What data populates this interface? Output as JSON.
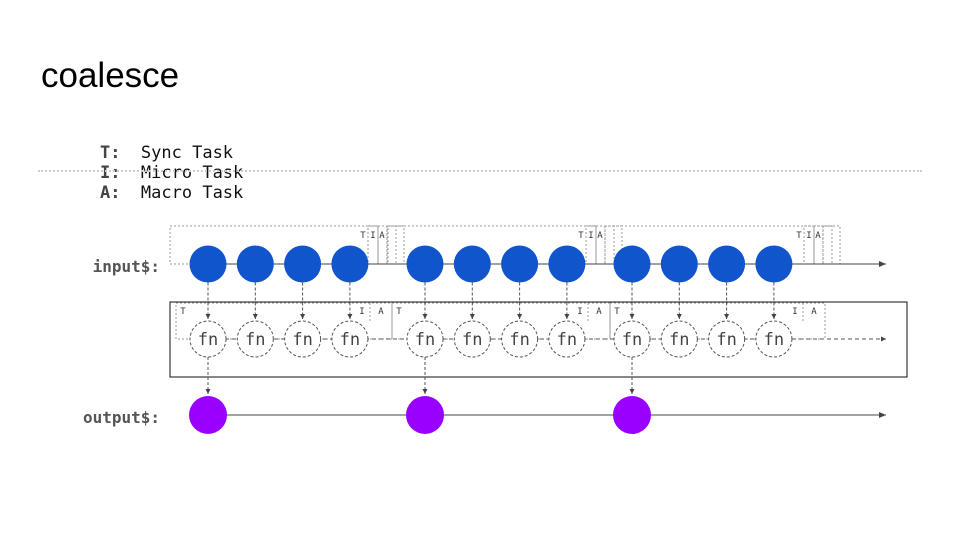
{
  "title": "coalesce",
  "legend": [
    {
      "key": "T:",
      "label": "Sync Task"
    },
    {
      "key": "I:",
      "label": "Micro Task"
    },
    {
      "key": "A:",
      "label": "Macro Task"
    }
  ],
  "input_label": "input$:",
  "output_label": "output$:",
  "fn_label": "fn",
  "task_letters": {
    "sync": "T",
    "micro": "I",
    "macro": "A"
  },
  "colors": {
    "input": "#1155cc",
    "output": "#9900ff",
    "line": "#444444",
    "dashed": "#555555"
  },
  "groups_count": 3,
  "items_per_group": 4
}
